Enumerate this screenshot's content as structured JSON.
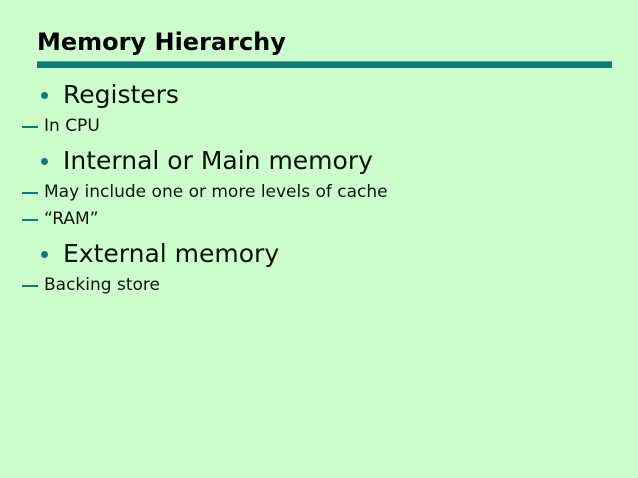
{
  "slide": {
    "title": "Memory Hierarchy",
    "accent_color": "#0e7b7a",
    "background_color": "#ccffcc",
    "text_color": "#0d0d0d",
    "bullets": [
      {
        "label": "Registers",
        "sub": [
          {
            "label": "In CPU"
          }
        ]
      },
      {
        "label": "Internal or Main memory",
        "sub": [
          {
            "label": "May include one or more levels of cache"
          },
          {
            "label": "“RAM”"
          }
        ]
      },
      {
        "label": "External memory",
        "sub": [
          {
            "label": "Backing store"
          }
        ]
      }
    ]
  }
}
